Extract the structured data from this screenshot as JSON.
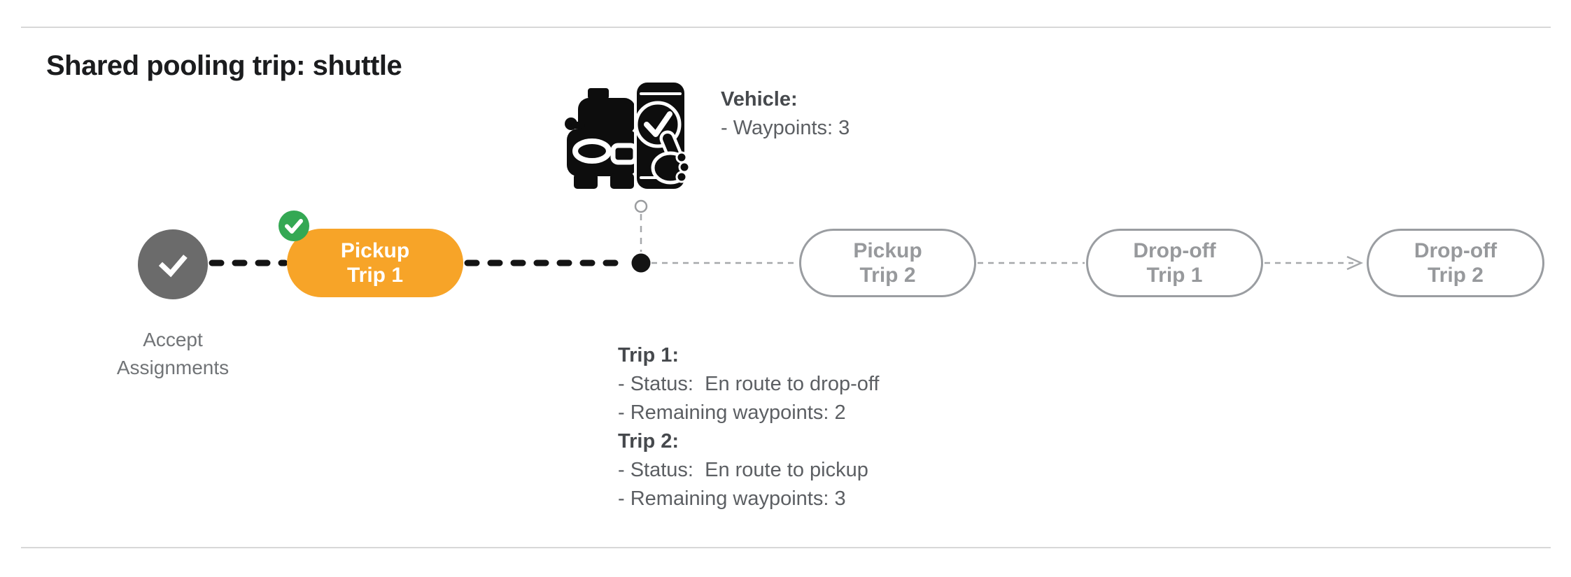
{
  "page": {
    "title": "Shared pooling trip: shuttle"
  },
  "colors": {
    "accent_orange": "#F7A428",
    "success_green": "#34A853",
    "done_gray": "#6B6B6B",
    "upcoming_gray": "#97999C",
    "text_dark": "#1B1C1E",
    "text_gray": "#5C5F63",
    "line_black": "#141414",
    "line_gray": "#A6A8AB",
    "divider": "#D8D8D8"
  },
  "icons": {
    "start": "check-circle-icon",
    "completed_badge": "check-badge-icon",
    "vehicle": "car-phone-check-icon",
    "current_position": "filled-dot-icon",
    "vehicle_anchor": "small-ring-icon",
    "flow_end": "arrow-right-icon"
  },
  "timeline": {
    "start_label": "Accept\nAssignments",
    "stages": [
      {
        "id": "pickup-trip-1",
        "label": "Pickup\nTrip 1",
        "state": "current"
      },
      {
        "id": "pickup-trip-2",
        "label": "Pickup\nTrip 2",
        "state": "upcoming"
      },
      {
        "id": "dropoff-trip-1",
        "label": "Drop-off\nTrip 1",
        "state": "upcoming"
      },
      {
        "id": "dropoff-trip-2",
        "label": "Drop-off\nTrip 2",
        "state": "upcoming"
      }
    ]
  },
  "vehicle_info": {
    "heading": "Vehicle:",
    "lines": [
      "- Waypoints: 3"
    ]
  },
  "trip_info": {
    "trips": [
      {
        "heading": "Trip 1:",
        "lines": [
          "- Status:  En route to drop-off",
          "- Remaining waypoints: 2"
        ]
      },
      {
        "heading": "Trip 2:",
        "lines": [
          "- Status:  En route to pickup",
          "- Remaining waypoints: 3"
        ]
      }
    ]
  }
}
